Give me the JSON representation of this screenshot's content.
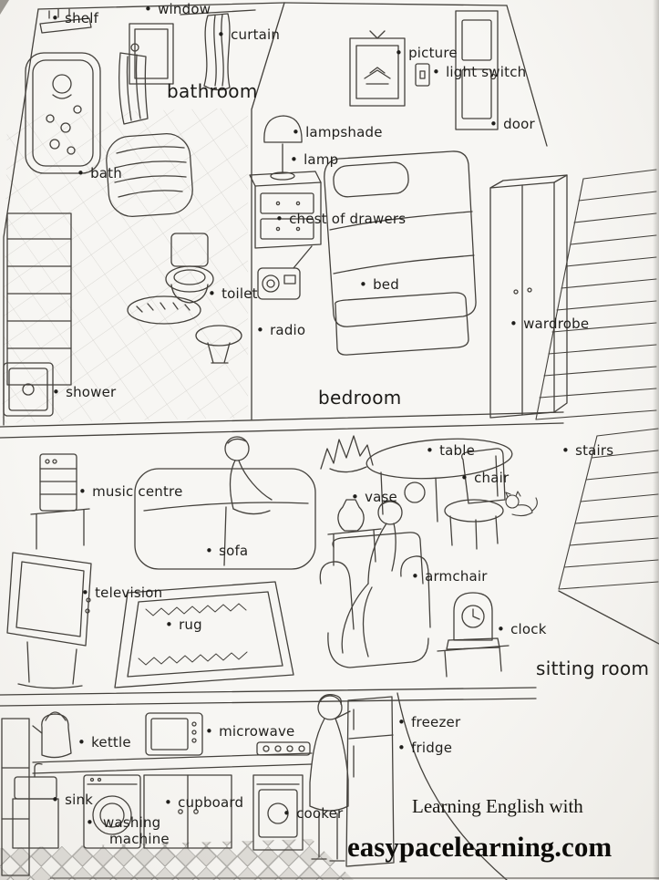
{
  "page": {
    "background": "#f5f4f0",
    "ink": "#44413c"
  },
  "ui": {
    "bullet": "•"
  },
  "rooms": {
    "bathroom": "bathroom",
    "bedroom": "bedroom",
    "sitting_room": "sitting room"
  },
  "labels": {
    "shelf": "shelf",
    "window": "window",
    "curtain": "curtain",
    "picture": "picture",
    "light_switch": "light switch",
    "door": "door",
    "lampshade": "lampshade",
    "lamp": "lamp",
    "bath": "bath",
    "chest_of_drawers": "chest of drawers",
    "toilet": "toilet",
    "bed": "bed",
    "radio": "radio",
    "wardrobe": "wardrobe",
    "shower": "shower",
    "table": "table",
    "stairs": "stairs",
    "music_centre": "music centre",
    "vase": "vase",
    "chair": "chair",
    "sofa": "sofa",
    "armchair": "armchair",
    "television": "television",
    "rug": "rug",
    "clock": "clock",
    "kettle": "kettle",
    "microwave": "microwave",
    "freezer": "freezer",
    "fridge": "fridge",
    "sink": "sink",
    "cupboard": "cupboard",
    "washing_machine": "washing machine",
    "cooker": "cooker"
  },
  "branding": {
    "tagline": "Learning English with",
    "site": "easypacelearning.com"
  }
}
